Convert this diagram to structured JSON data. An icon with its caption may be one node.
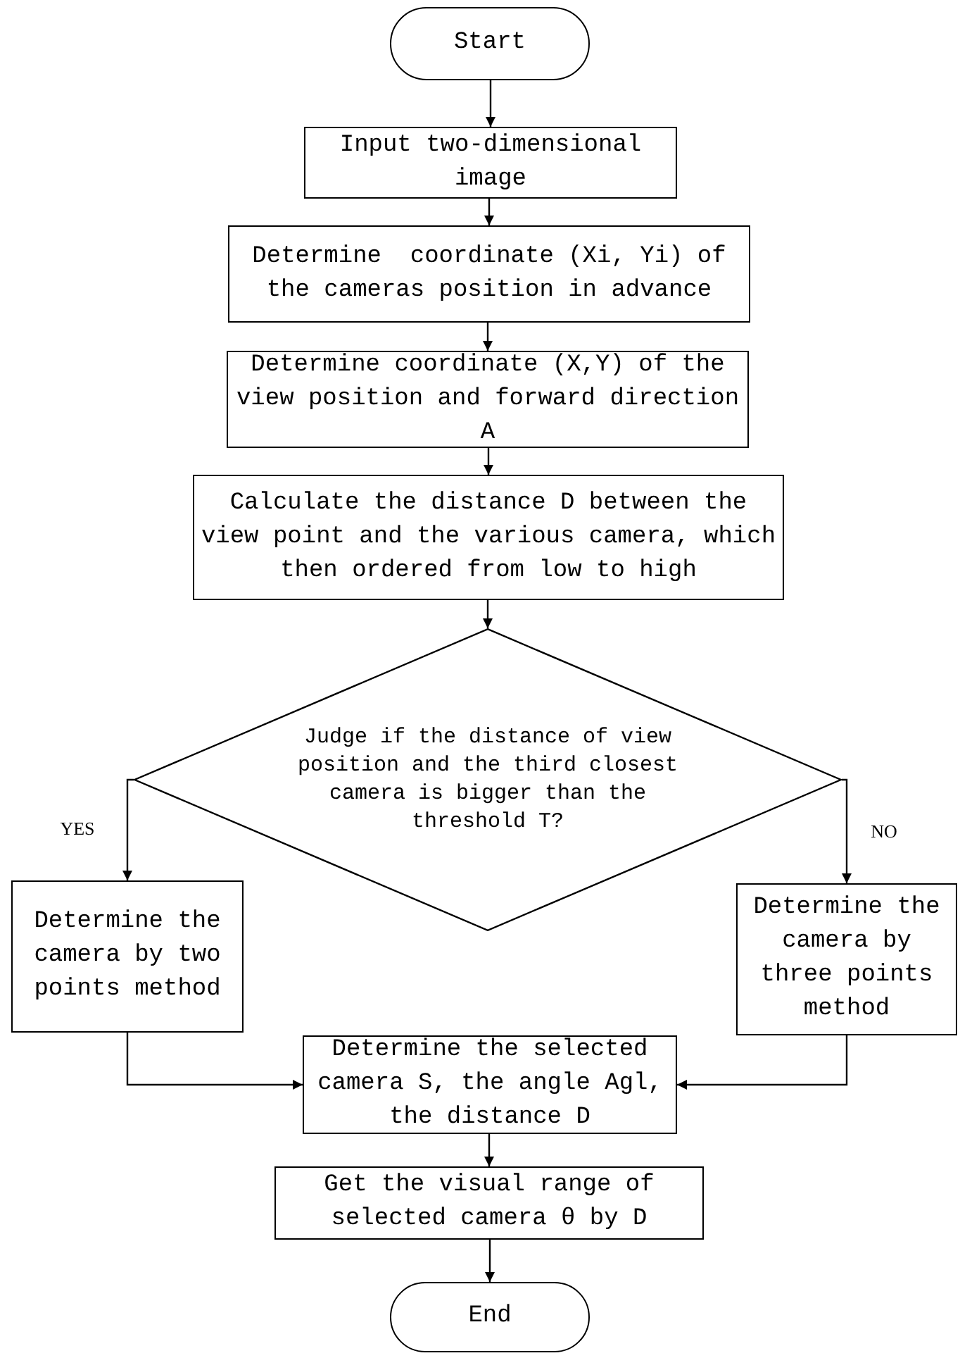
{
  "diagram": {
    "nodes": [
      {
        "text": [
          "Start"
        ]
      },
      {
        "text": [
          "Input two-dimensional image"
        ]
      },
      {
        "text": [
          "Determine  coordinate (Xi, Yi) of the cameras position in advance"
        ]
      },
      {
        "text": [
          "Determine coordinate (X,Y) of the view position and forward direction A"
        ]
      },
      {
        "text": [
          "Calculate the distance D between the view point and the various camera, which then ordered from low to high"
        ]
      },
      {
        "text": [
          "Judge if the distance of view position and the third closest camera is bigger than the threshold T?"
        ]
      },
      {
        "text": [
          "Determine the camera by two points method"
        ]
      },
      {
        "text": [
          "Determine the camera by three points method"
        ]
      },
      {
        "text": [
          "Determine the selected camera S, the angle Agl, the distance D"
        ]
      },
      {
        "text": [
          "Get the visual range of selected camera θ by D"
        ]
      },
      {
        "text": [
          "End"
        ]
      }
    ],
    "edges": [
      {
        "from": 0,
        "to": 1,
        "arrow": "to"
      },
      {
        "from": 1,
        "to": 2,
        "arrow": "to"
      },
      {
        "from": 2,
        "to": 3,
        "arrow": "to"
      },
      {
        "from": 3,
        "to": 4,
        "arrow": "to"
      },
      {
        "from": 4,
        "to": 5,
        "arrow": "to"
      },
      {
        "from": 5,
        "to": 6,
        "arrow": "to",
        "label": "YES"
      },
      {
        "from": 5,
        "to": 7,
        "arrow": "to",
        "label": "NO"
      },
      {
        "from": 6,
        "to": 8,
        "arrow": "to"
      },
      {
        "from": 7,
        "to": 8,
        "arrow": "to"
      },
      {
        "from": 8,
        "to": 9,
        "arrow": "to"
      },
      {
        "from": 9,
        "to": 10,
        "arrow": "to"
      }
    ]
  }
}
